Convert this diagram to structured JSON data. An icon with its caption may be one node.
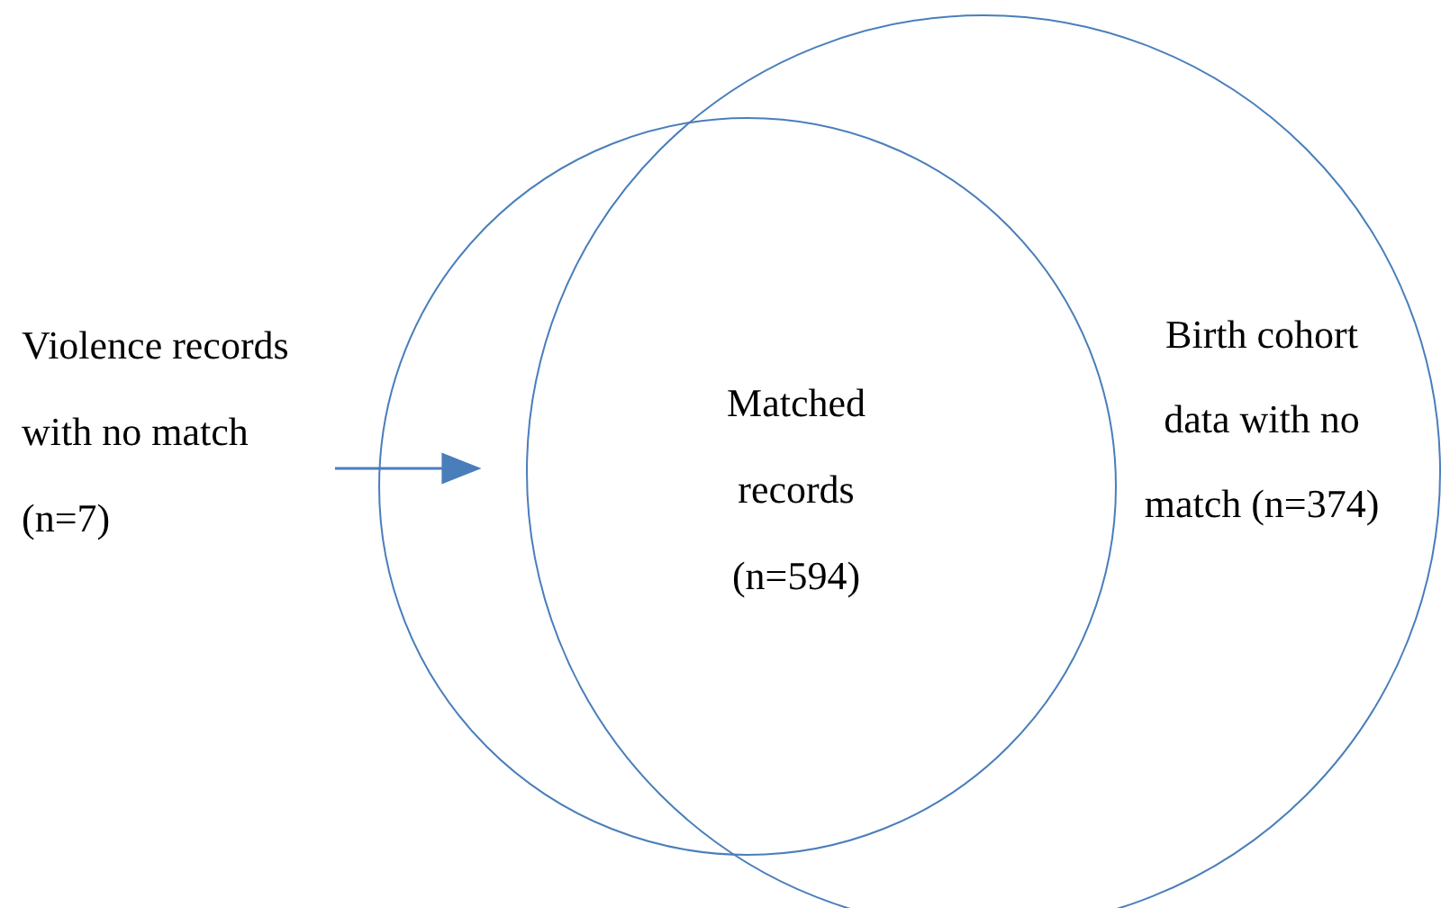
{
  "diagram": {
    "nodes": [
      {
        "text": [],
        "shape": "circle"
      },
      {
        "text": [],
        "shape": "circle"
      },
      {
        "text": [
          "Violence records with no match (n=7)"
        ]
      }
    ],
    "edges": [
      {
        "from": 2,
        "to": 0,
        "arrow": "to"
      }
    ],
    "labels": [
      "Matched records (n=594)",
      "Birth cohort data with no match (n=374)"
    ]
  }
}
